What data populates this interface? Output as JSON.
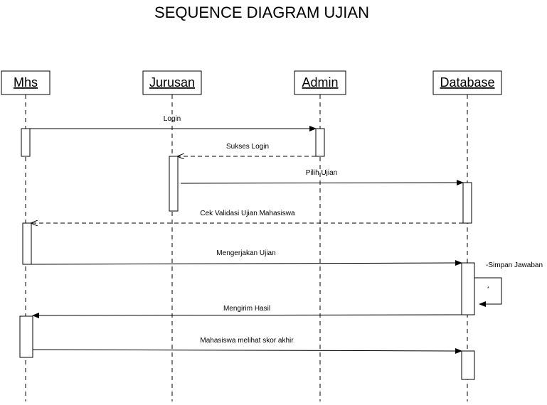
{
  "title": "SEQUENCE DIAGRAM UJIAN",
  "actors": [
    {
      "id": "mhs",
      "label": "Mhs"
    },
    {
      "id": "jurusan",
      "label": "Jurusan"
    },
    {
      "id": "admin",
      "label": "Admin"
    },
    {
      "id": "database",
      "label": "Database"
    }
  ],
  "messages": [
    {
      "from": "mhs",
      "to": "admin",
      "label": "Login",
      "style": "solid"
    },
    {
      "from": "admin",
      "to": "jurusan",
      "label": "Sukses Login",
      "style": "dashed"
    },
    {
      "from": "jurusan",
      "to": "database",
      "label": "Pilih Ujian",
      "style": "solid"
    },
    {
      "from": "database",
      "to": "mhs",
      "label": "Cek Validasi Ujian Mahasiswa",
      "style": "dashed"
    },
    {
      "from": "mhs",
      "to": "database",
      "label": "Mengerjakan Ujian",
      "style": "solid"
    },
    {
      "from": "database",
      "to": "database",
      "label": "-Simpan Jawaban",
      "style": "solid",
      "self": true
    },
    {
      "from": "database",
      "to": "mhs",
      "label": "Mengirim Hasil",
      "style": "solid"
    },
    {
      "from": "mhs",
      "to": "database",
      "label": "Mahasiswa melihat skor akhir",
      "style": "solid"
    }
  ],
  "colors": {
    "line": "#000000",
    "background": "#ffffff"
  }
}
